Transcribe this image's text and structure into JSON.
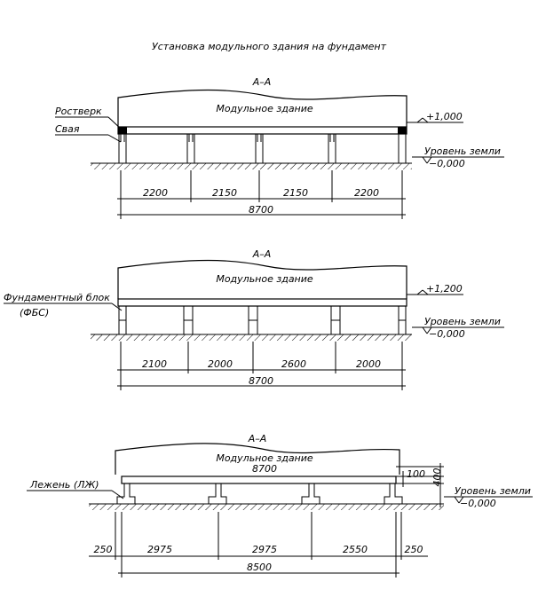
{
  "title": "Установка модульного здания на фундамент",
  "sections": [
    {
      "id": "A",
      "section_label": "А–А",
      "building_label": "Модульное здание",
      "callouts": [
        "Ростверк",
        "Свая"
      ],
      "elevation_top": "+1,000",
      "ground_label": "Уровень земли",
      "ground_value": "−0,000",
      "spans": [
        "2200",
        "2150",
        "2150",
        "2200"
      ],
      "total": "8700"
    },
    {
      "id": "B",
      "section_label": "А–А",
      "building_label": "Модульное здание",
      "callouts": [
        "Фундаментный блок",
        "(ФБС)"
      ],
      "elevation_top": "+1,200",
      "ground_label": "Уровень земли",
      "ground_value": "−0,000",
      "spans": [
        "2100",
        "2000",
        "2600",
        "2000"
      ],
      "total": "8700"
    },
    {
      "id": "C",
      "section_label": "А–А",
      "building_label": "Модульное здание",
      "building_width": "8700",
      "callouts": [
        "Лежень (ЛЖ)"
      ],
      "dim_100": "100",
      "dim_400": "400",
      "ground_label": "Уровень земли",
      "ground_value": "−0,000",
      "spans": [
        "250",
        "2975",
        "2975",
        "2550",
        "250"
      ],
      "total": "8500"
    }
  ]
}
